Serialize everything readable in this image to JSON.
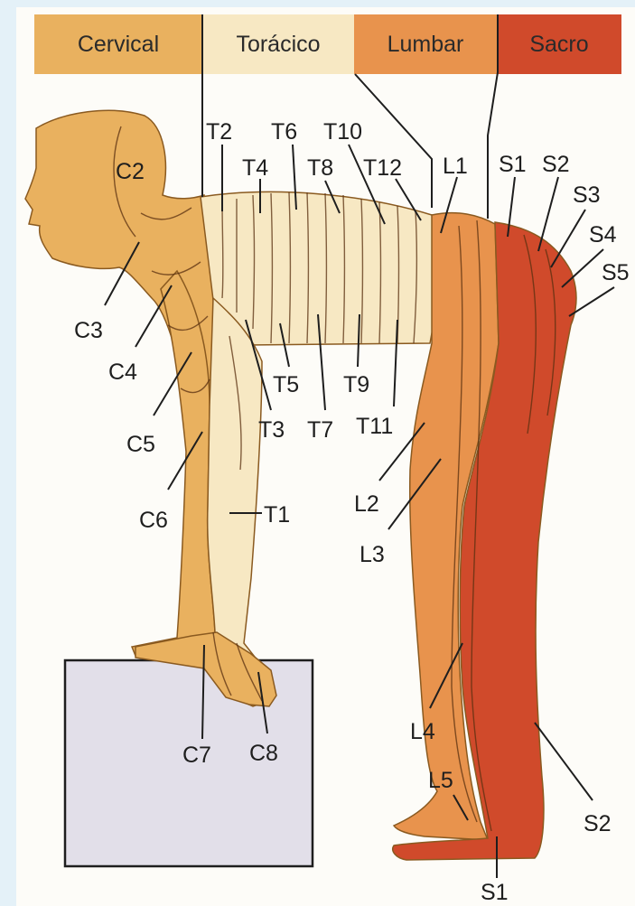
{
  "header": {
    "cervical": "Cervical",
    "thoracic": "Torácico",
    "lumbar": "Lumbar",
    "sacral": "Sacro"
  },
  "labels": {
    "c2": "C2",
    "c3": "C3",
    "c4": "C4",
    "c5": "C5",
    "c6": "C6",
    "c7": "C7",
    "c8": "C8",
    "t1": "T1",
    "t2": "T2",
    "t3": "T3",
    "t4": "T4",
    "t5": "T5",
    "t6": "T6",
    "t7": "T7",
    "t8": "T8",
    "t9": "T9",
    "t10": "T10",
    "t11": "T11",
    "t12": "T12",
    "l1": "L1",
    "l2": "L2",
    "l3": "L3",
    "l4": "L4",
    "l5": "L5",
    "s1": "S1",
    "s2": "S2",
    "s3": "S3",
    "s4": "S4",
    "s5": "S5",
    "s1_foot": "S1",
    "s2_leg": "S2"
  },
  "colors": {
    "cervical": "#e9b15f",
    "thoracic": "#f7e8c3",
    "lumbar": "#e8934d",
    "sacral": "#d04a2b",
    "box": "#e2dfe9"
  }
}
